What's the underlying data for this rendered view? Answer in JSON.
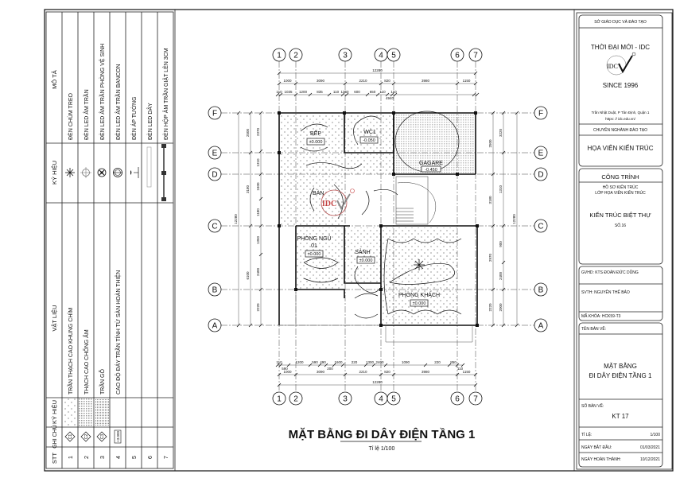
{
  "legend_table": {
    "headers": {
      "stt": "STT",
      "ghi_chu": "GHI CHÚ",
      "ky_hieu_material": "KÝ HIỆU",
      "vat_lieu": "VẬT LIỆU",
      "ky_hieu_light": "KÝ HIỆU",
      "mo_ta": "MÔ TẢ"
    },
    "rows": [
      {
        "stt": "1",
        "ghi_chu": "C1",
        "vat_lieu": "TRẦN THẠCH CAO KHUNG CHÌM",
        "mo_ta": "ĐÈN CHÙM TREO",
        "light_icon": "chandelier-icon"
      },
      {
        "stt": "2",
        "ghi_chu": "C2",
        "vat_lieu": "THẠCH CAO CHỐNG ẨM",
        "mo_ta": "ĐÈN LED ÂM TRẦN",
        "light_icon": "recessed-led-icon"
      },
      {
        "stt": "3",
        "ghi_chu": "C3",
        "vat_lieu": "TRẦN GỖ",
        "mo_ta": "ĐÈN LED ÂM TRẦN PHÒNG VỆ SINH",
        "light_icon": "bathroom-led-icon"
      },
      {
        "stt": "4",
        "ghi_chu": "+3.000",
        "vat_lieu": "CAO ĐỘ ĐÁY TRẦN TÍNH TỪ SÀN HOÀN THIỆN",
        "mo_ta": "ĐÈN LED ÂM TRẦN BANCON",
        "light_icon": "balcony-led-icon"
      },
      {
        "stt": "5",
        "ghi_chu": "",
        "vat_lieu": "",
        "mo_ta": "ĐÈN ÁP TƯỜNG",
        "light_icon": "wall-lamp-icon"
      },
      {
        "stt": "6",
        "ghi_chu": "",
        "vat_lieu": "",
        "mo_ta": "ĐÈN LED DÂY",
        "light_icon": "led-strip-icon"
      },
      {
        "stt": "7",
        "ghi_chu": "",
        "vat_lieu": "",
        "mo_ta": "ĐÈN HỘP ÂM TRẦN GIẬT LÊN 3CM",
        "light_icon": "box-light-icon"
      }
    ]
  },
  "plan": {
    "title": "MẶT BẰNG ĐI DÂY ĐIỆN TẦNG 1",
    "scale": "Tỉ lệ 1/100",
    "grid_columns": [
      "1",
      "2",
      "3",
      "4",
      "5",
      "6",
      "7"
    ],
    "grid_rows": [
      "F",
      "E",
      "D",
      "C",
      "B",
      "A"
    ],
    "rooms": {
      "kitchen": {
        "name": "BẾP",
        "level": "±0.000"
      },
      "wc": {
        "name": "WC1",
        "level": "-0.050"
      },
      "garage": {
        "name": "GAGARE",
        "level": "-0.450"
      },
      "dining": {
        "name": "BÀN"
      },
      "bedroom": {
        "name": "PHÒNG NGỦ",
        "name2": "01",
        "level": "±0.000"
      },
      "lobby": {
        "name": "SẢNH",
        "level": "±0.000"
      },
      "living": {
        "name": "PHÒNG KHÁCH",
        "level": "±0.000"
      }
    },
    "logo_text": "IDC",
    "dims": {
      "overall": "12280",
      "top_mid": [
        "1000",
        "3090",
        "2210",
        "820",
        "3980",
        "1150"
      ],
      "top_detail": [
        "110",
        "1035",
        "1200",
        "835",
        "110",
        "1360",
        "600",
        "650",
        "110",
        "4940",
        "110"
      ],
      "bottom_detail": [
        "110",
        "590",
        "1200",
        "590",
        "490",
        "200",
        "1600",
        "220",
        "1300",
        "2400",
        "1090",
        "220",
        "850",
        "110"
      ],
      "bottom_mid": [
        "1000",
        "3090",
        "2210",
        "820",
        "3980",
        "1150"
      ],
      "left_mid": [
        "2500",
        "3180",
        "6100"
      ],
      "left_detail": [
        "2370",
        "1310",
        "2400",
        "1180",
        "1350",
        "2400",
        "2220"
      ],
      "right_mid": [
        "2500",
        "3180",
        "2970",
        "2220"
      ],
      "right_detail": [
        "3220",
        "1310",
        "900",
        "2400",
        "2000"
      ]
    }
  },
  "title_block": {
    "department": "SỞ GIÁO DỤC VÀ ĐÀO TẠO",
    "school": "THỜI ĐẠI MỚI - IDC",
    "logo": "IDC",
    "since": "SINCE 1996",
    "address": "Trần Nhật Duật, P Tân Định, Quận 1",
    "website": "https: // idc.edu.vn/",
    "major_label": "CHUYÊN NGHÀNH ĐÀO TẠO",
    "major": "HỌA VIÊN KIẾN TRÚC",
    "project_label": "CÔNG TRÌNH",
    "project_sub1": "HỒ SƠ KIẾN TRÚC",
    "project_sub2": "LỚP HỌA VIÊN KIẾN TRÚC",
    "project_name": "KIẾN TRÚC BIỆT THỰ",
    "project_no": "SỐ.16",
    "gvhd": "GVHD: KTS ĐOÀN ĐỨC DŨNG",
    "svth": "SVTH:  NGUYỄN THẾ BẢO",
    "ma_khoa": "MÃ KHÓA:  HCK59-T3",
    "drawing_name_label": "TÊN BẢN VẼ:",
    "drawing_name1": "MẶT BẰNG",
    "drawing_name2": "ĐI DÂY ĐIỆN TẦNG 1",
    "sheet_label": "SỐ BẢN VẼ:",
    "sheet": "KT 17",
    "scale_label": "TỈ LỆ:",
    "scale": "1/100",
    "start_label": "NGÀY BẮT ĐẦU:",
    "start": "01/03/2021",
    "end_label": "NGÀY HOÀN THÀNH:",
    "end": "10/12/2021"
  }
}
